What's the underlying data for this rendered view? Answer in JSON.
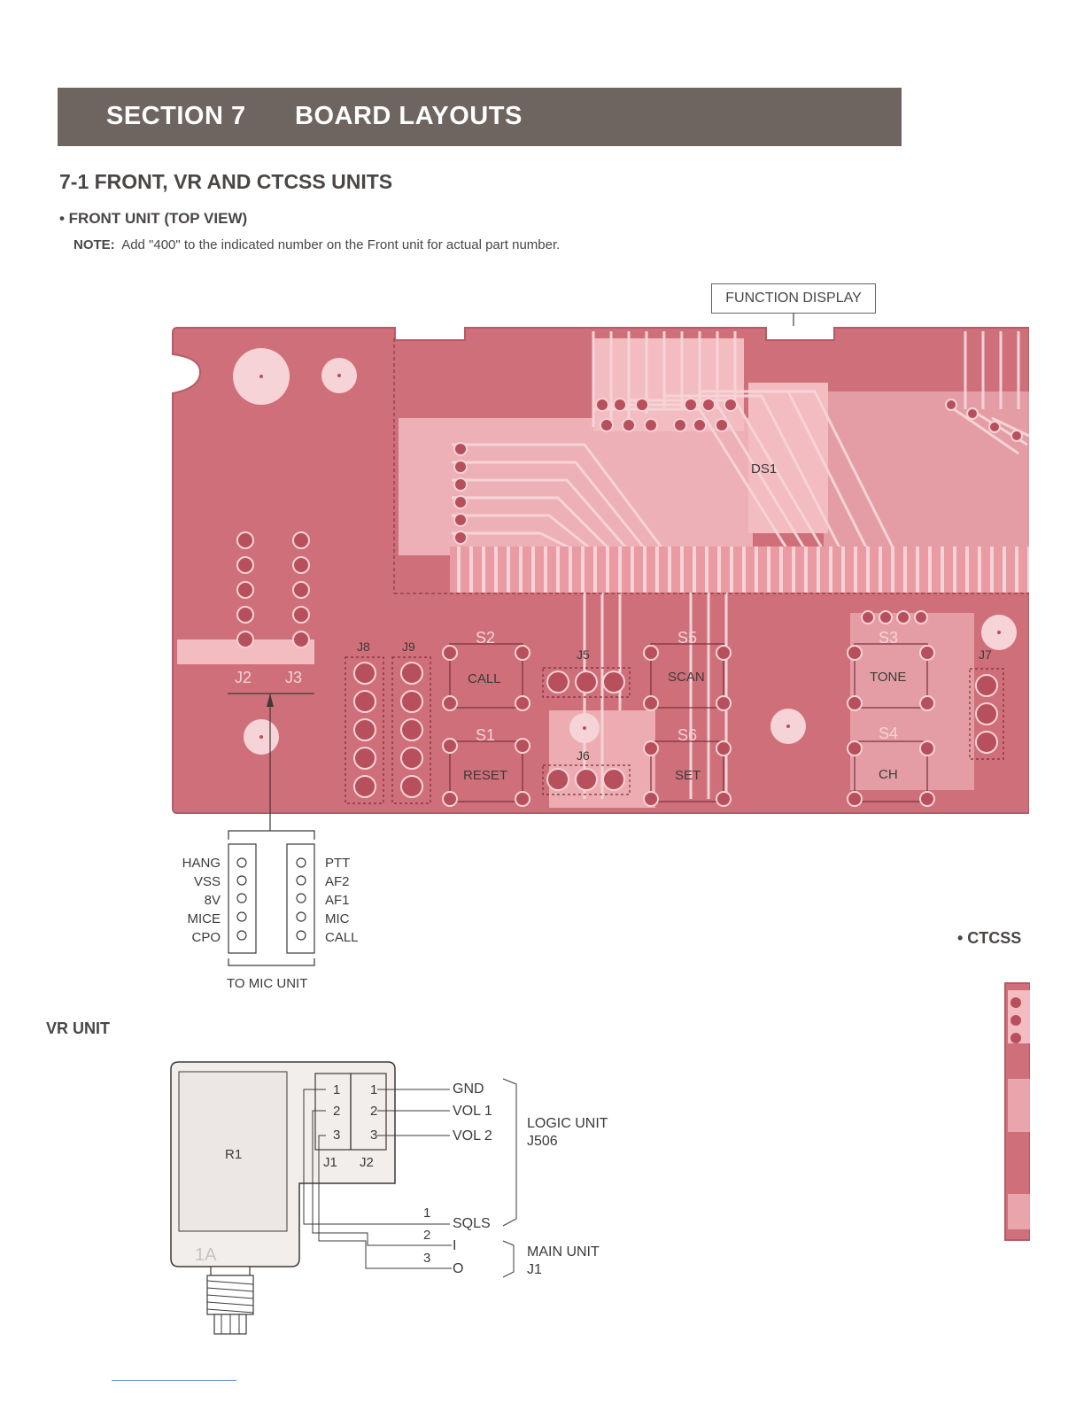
{
  "banner": {
    "section": "SECTION 7",
    "title": "BOARD LAYOUTS"
  },
  "heading": "7-1  FRONT, VR AND CTCSS UNITS",
  "subheading": "• FRONT UNIT (TOP VIEW)",
  "note": {
    "label": "NOTE:",
    "text": "Add \"400\" to the indicated number on the Front unit for actual part number."
  },
  "front_board": {
    "function_display": "FUNCTION DISPLAY",
    "labels": {
      "ds1": "DS1",
      "j2": "J2",
      "j3": "J3",
      "j5": "J5",
      "j6": "J6",
      "j7": "J7",
      "j8": "J8",
      "j9": "J9",
      "s1": "S1",
      "s2": "S2",
      "s3": "S3",
      "s4": "S4",
      "s5": "S5",
      "s6": "S6",
      "call": "CALL",
      "reset": "RESET",
      "scan": "SCAN",
      "set": "SET",
      "tone": "TONE",
      "ch": "CH"
    },
    "colors": {
      "board": "#cf6f7a",
      "light": "#f2bcc1",
      "trace": "#f6d3d6",
      "pad": "#b84f5c"
    }
  },
  "mic_connector": {
    "left_pins": [
      "HANG",
      "VSS",
      "8V",
      "MICE",
      "CPO"
    ],
    "right_pins": [
      "PTT",
      "AF2",
      "AF1",
      "MIC",
      "CALL"
    ],
    "caption": "TO MIC UNIT"
  },
  "ctcss_heading": "• CTCSS",
  "vr_unit": {
    "heading": "VR UNIT",
    "r1": "R1",
    "j1": "J1",
    "j2": "J2",
    "pin_numbers": [
      "1",
      "2",
      "3"
    ],
    "logic_signals": [
      "GND",
      "VOL 1",
      "VOL 2"
    ],
    "logic_target": [
      "LOGIC UNIT",
      "J506"
    ],
    "main_signals": [
      "SQLS",
      "I",
      "O"
    ],
    "main_target": [
      "MAIN  UNIT",
      "J1"
    ],
    "board_mark": "1A"
  }
}
